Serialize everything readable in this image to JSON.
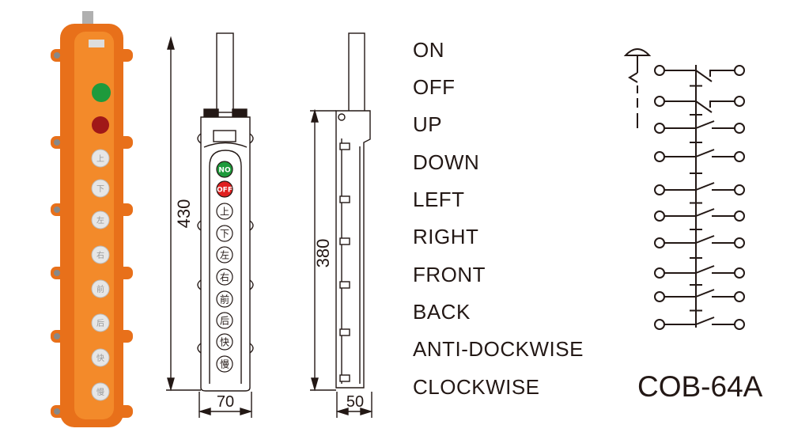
{
  "functions": [
    "ON",
    "OFF",
    "UP",
    "DOWN",
    "LEFT",
    "RIGHT",
    "FRONT",
    "BACK",
    "ANTI-DOCKWISE",
    "CLOCKWISE"
  ],
  "model": "COB-64A",
  "front_view": {
    "height_dim": "430",
    "width_dim": "70",
    "buttons": [
      "NO",
      "OFF",
      "上",
      "下",
      "左",
      "右",
      "前",
      "后",
      "快",
      "慢"
    ]
  },
  "side_view": {
    "height_dim": "380",
    "width_dim": "50"
  },
  "photo": {
    "buttons": [
      "上",
      "下",
      "左",
      "右",
      "前",
      "后",
      "快",
      "慢"
    ]
  },
  "colors": {
    "housing": "#f07a1c",
    "on_button": "#1e9a3c",
    "off_button": "#e02020",
    "line": "#231815"
  }
}
